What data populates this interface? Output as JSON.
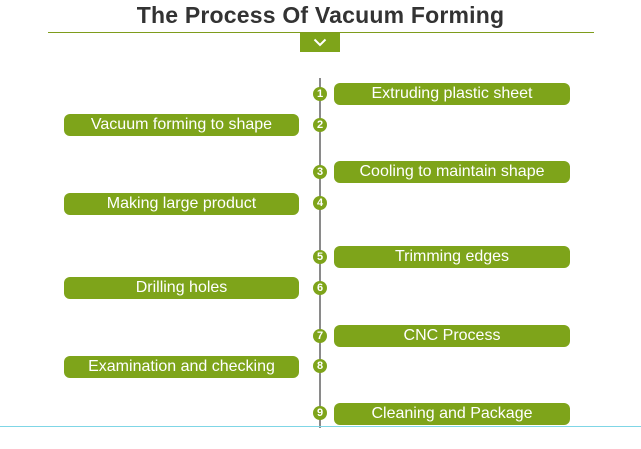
{
  "title": "The Process Of Vacuum Forming",
  "colors": {
    "accent": "#7ea41a",
    "title": "#333333",
    "timeline": "#8a8a8a",
    "baseline": "#7fd6e6"
  },
  "toggle_icon": "chevron-down-icon",
  "steps": [
    {
      "number": "1",
      "label": "Extruding plastic sheet",
      "side": "right"
    },
    {
      "number": "2",
      "label": "Vacuum forming to shape",
      "side": "left"
    },
    {
      "number": "3",
      "label": "Cooling to maintain shape",
      "side": "right"
    },
    {
      "number": "4",
      "label": "Making large product",
      "side": "left"
    },
    {
      "number": "5",
      "label": "Trimming edges",
      "side": "right"
    },
    {
      "number": "6",
      "label": "Drilling holes",
      "side": "left"
    },
    {
      "number": "7",
      "label": "CNC Process",
      "side": "right"
    },
    {
      "number": "8",
      "label": "Examination and checking",
      "side": "left"
    },
    {
      "number": "9",
      "label": "Cleaning and Package",
      "side": "right"
    }
  ]
}
